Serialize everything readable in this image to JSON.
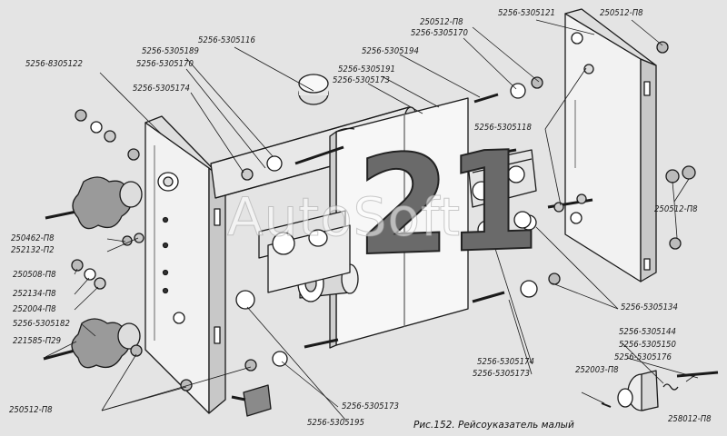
{
  "caption": "Рис.152. Рейсоуказатель малый",
  "watermark": "AutoSoft",
  "plate_number": "21",
  "labels": {
    "l01": "5256-8305122",
    "l02": "5256-5305116",
    "l03": "5256-5305189",
    "l04": "5256-5305170",
    "l05": "5256-5305174",
    "l06": "5256-5305194",
    "l07": "5256-5305191",
    "l08": "5256-5305173",
    "l09": "250512-П8",
    "l10": "5256-5305170",
    "l11": "5256-5305121",
    "l12": "250512-П8",
    "l13": "5256-5305118",
    "l14": "250512-П8",
    "l15": "250462-П8",
    "l16": "252132-П2",
    "l17": "250508-П8",
    "l18": "252134-П8",
    "l19": "252004-П8",
    "l20": "5256-5305182",
    "l21": "221585-П29",
    "l22": "5256-5305134",
    "l23": "5256-5305174",
    "l24": "5256-5305173",
    "l25": "5256-5305144",
    "l26": "5256-5305150",
    "l27": "5256-5305176",
    "l28": "252003-П8",
    "l29": "258012-П8",
    "l30": "250512-П8",
    "l31": "5256-5305173",
    "l32": "5256-5305195"
  }
}
